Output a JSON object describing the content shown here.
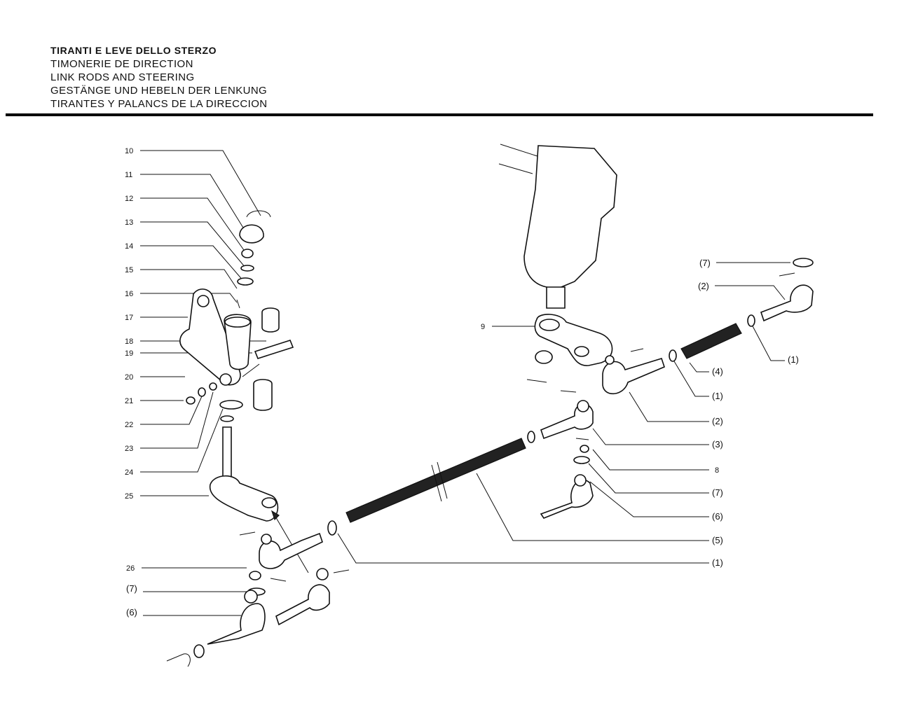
{
  "header": {
    "titles": [
      "TIRANTI E LEVE DELLO STERZO",
      "TIMONERIE DE DIRECTION",
      "LINK RODS AND STEERING",
      "GESTÄNGE UND HEBELN DER LENKUNG",
      "TIRANTES Y PALANCS DE LA DIRECCION"
    ]
  },
  "callouts": {
    "left": [
      "10",
      "11",
      "12",
      "13",
      "14",
      "15",
      "16",
      "17",
      "18",
      "19",
      "20",
      "21",
      "22",
      "23",
      "24",
      "25"
    ],
    "bottom_left": [
      "26",
      "(7)",
      "(6)"
    ],
    "nine": "9",
    "right": [
      "(7)",
      "(2)",
      "(1)",
      "(4)",
      "(1)",
      "(2)",
      "(3)",
      "8",
      "(7)",
      "(6)",
      "(5)",
      "(1)"
    ]
  }
}
